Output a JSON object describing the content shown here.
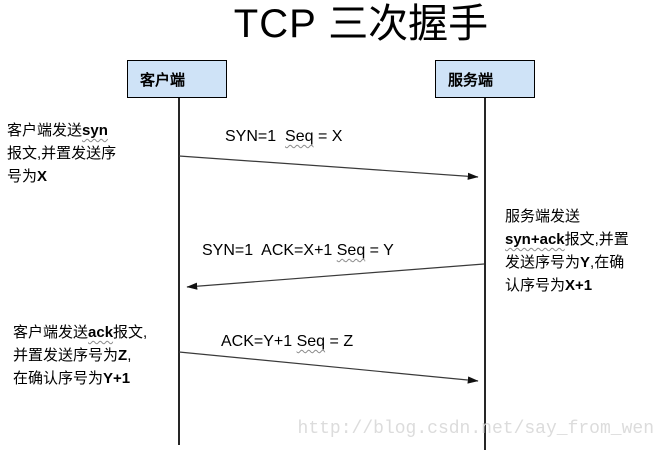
{
  "title": {
    "latin": "TCP ",
    "cjk": "三次握手"
  },
  "actors": {
    "client": "客户端",
    "server": "服务端"
  },
  "messages": [
    {
      "name": "syn",
      "lines": [
        [
          {
            "t": "SYN=1  "
          },
          {
            "t": "Seq",
            "w": true
          },
          {
            "t": " = X"
          }
        ]
      ]
    },
    {
      "name": "syn-ack",
      "lines": [
        [
          {
            "t": "SYN=1  ACK=X+1 "
          },
          {
            "t": "Seq",
            "w": true
          },
          {
            "t": " = Y"
          }
        ]
      ]
    },
    {
      "name": "ack",
      "lines": [
        [
          {
            "t": "ACK=Y+1 "
          },
          {
            "t": "Seq",
            "w": true
          },
          {
            "t": " = Z"
          }
        ]
      ]
    }
  ],
  "notes": [
    {
      "name": "client-syn",
      "lines": [
        [
          {
            "t": "客户端发送"
          },
          {
            "t": "syn",
            "b": true,
            "w": true
          }
        ],
        [
          {
            "t": "报文,并置发送序"
          }
        ],
        [
          {
            "t": "号为"
          },
          {
            "t": "X",
            "b": true
          }
        ]
      ]
    },
    {
      "name": "server-syn-ack",
      "lines": [
        [
          {
            "t": "服务端发送"
          }
        ],
        [
          {
            "t": "syn+ack",
            "b": true,
            "w": true
          },
          {
            "t": "报文,并置"
          }
        ],
        [
          {
            "t": "发送序号为"
          },
          {
            "t": "Y",
            "b": true
          },
          {
            "t": ",在确"
          }
        ],
        [
          {
            "t": "认序号为"
          },
          {
            "t": "X+1",
            "b": true
          }
        ]
      ]
    },
    {
      "name": "client-ack",
      "lines": [
        [
          {
            "t": "客户端发送"
          },
          {
            "t": "ack",
            "b": true,
            "w": true
          },
          {
            "t": "报文,"
          }
        ],
        [
          {
            "t": "并置发送序号为"
          },
          {
            "t": "Z",
            "b": true
          },
          {
            "t": ","
          }
        ],
        [
          {
            "t": "在确认序号为"
          },
          {
            "t": "Y+1",
            "b": true
          }
        ]
      ]
    }
  ],
  "watermark": "http://blog.csdn.net/say_from_wen",
  "colors": {
    "actor_fill": "#cfe3f7",
    "actor_border": "#000000",
    "arrow": "#3a3a3a",
    "lifeline": "#262626",
    "wavy_underline": "#8a8a8a",
    "watermark": "#dcdcdc"
  }
}
